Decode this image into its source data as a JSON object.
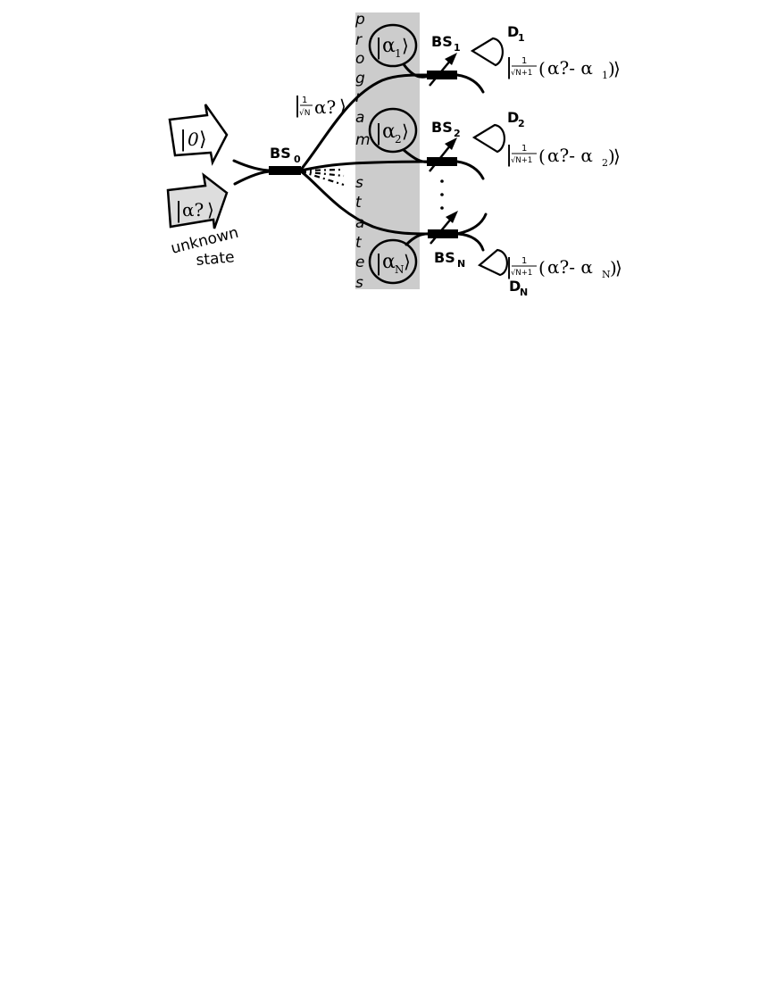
{
  "colors": {
    "program_band": "#cccccc",
    "ink": "#000000",
    "paper": "#ffffff"
  },
  "inputs": {
    "vacuum_ket": "0",
    "unknown_ket": "α?",
    "unknown_caption_line1": "unknown",
    "unknown_caption_line2": "state"
  },
  "central_splitter": {
    "label": "BS",
    "sub": "0"
  },
  "split_output": {
    "coef": "1",
    "coef_den": "√N",
    "symbol": "α?"
  },
  "program_band": {
    "letters_top": [
      "p",
      "r",
      "o",
      "g",
      "r",
      "a",
      "m"
    ],
    "letters_bottom": [
      "s",
      "t",
      "a",
      "t",
      "e",
      "s"
    ]
  },
  "channels": [
    {
      "program_ket": "α",
      "program_sub": "1",
      "splitter_label": "BS",
      "splitter_sub": "1",
      "detector_label": "D",
      "detector_sub": "1",
      "out_coef": "1",
      "out_coef_den": "√N+1",
      "out_state": "α?- α",
      "out_sub": "1"
    },
    {
      "program_ket": "α",
      "program_sub": "2",
      "splitter_label": "BS",
      "splitter_sub": "2",
      "detector_label": "D",
      "detector_sub": "2",
      "out_coef": "1",
      "out_coef_den": "√N+1",
      "out_state": "α?- α",
      "out_sub": "2"
    },
    {
      "program_ket": "α",
      "program_sub": "N",
      "splitter_label": "BS",
      "splitter_sub": "N",
      "detector_label": "D",
      "detector_sub": "N",
      "out_coef": "1",
      "out_coef_den": "√N+1",
      "out_state": "α?- α",
      "out_sub": "N"
    }
  ]
}
